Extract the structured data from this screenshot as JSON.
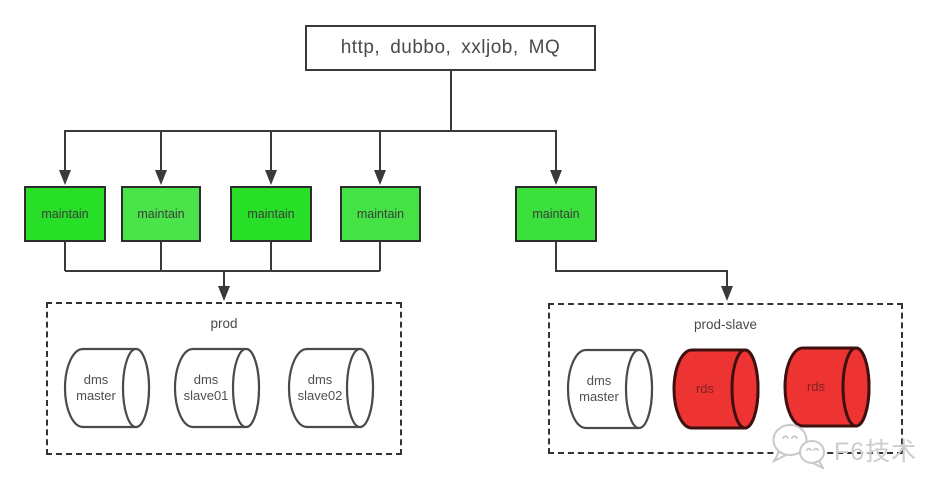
{
  "colors": {
    "line": "#3a3a3a",
    "node_border": "#2d2d2d",
    "maintain_label": "#3c3c3c",
    "red": "#ee3333",
    "red_border": "#3f1010",
    "red_label": "#802222",
    "cylinder_border": "#4a4a4a",
    "cylinder_label": "#4f4f4f",
    "title_text": "#4a4a4a",
    "cluster_border": "#333333",
    "cluster_label": "#4a4a4a",
    "watermark": "#cccccc"
  },
  "diagram": {
    "entry": {
      "label": "http、dubbo、xxljob、MQ"
    },
    "maintain_nodes": [
      {
        "label": "maintain",
        "fill": "#28df28"
      },
      {
        "label": "maintain",
        "fill": "#4ae44a"
      },
      {
        "label": "maintain",
        "fill": "#28df28"
      },
      {
        "label": "maintain",
        "fill": "#44e244"
      },
      {
        "label": "maintain",
        "fill": "#3ce03c"
      }
    ],
    "clusters": [
      {
        "label": "prod",
        "databases": [
          {
            "label": "dms master",
            "type": "dms"
          },
          {
            "label": "dms slave01",
            "type": "dms"
          },
          {
            "label": "dms slave02",
            "type": "dms"
          }
        ]
      },
      {
        "label": "prod-slave",
        "databases": [
          {
            "label": "dms master",
            "type": "dms"
          },
          {
            "label": "rds",
            "type": "rds"
          },
          {
            "label": "rds",
            "type": "rds"
          }
        ]
      }
    ]
  },
  "watermark": {
    "text": "F6技术",
    "icon": "wechat-icon"
  }
}
